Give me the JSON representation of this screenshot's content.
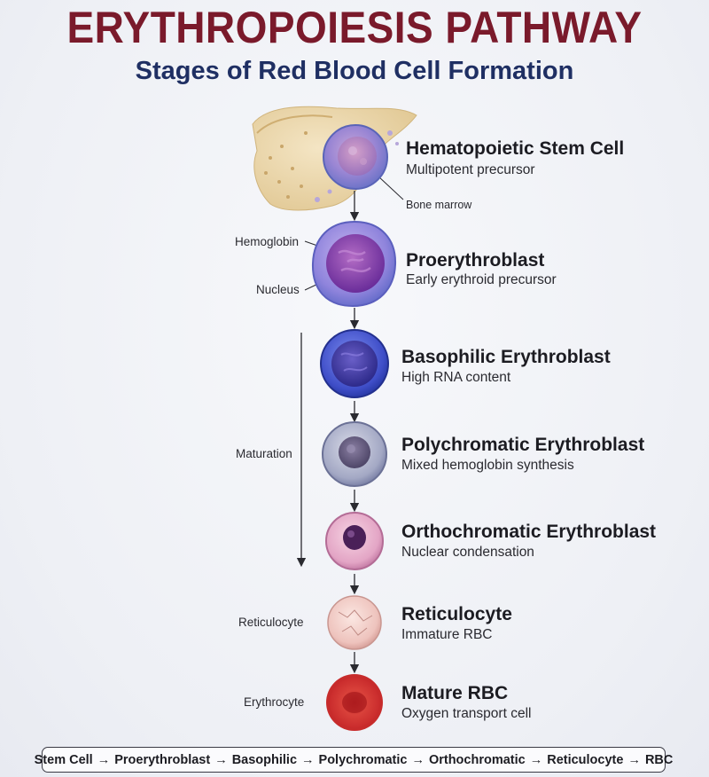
{
  "header": {
    "title": "ERYTHROPOIESIS PATHWAY",
    "subtitle": "Stages of Red Blood Cell Formation"
  },
  "stages": [
    {
      "name": "Hematopoietic Stem Cell",
      "desc": "Multipotent precursor"
    },
    {
      "name": "Proerythroblast",
      "desc": "Early erythroid precursor"
    },
    {
      "name": "Basophilic Erythroblast",
      "desc": "High RNA content"
    },
    {
      "name": "Polychromatic Erythroblast",
      "desc": "Mixed hemoglobin synthesis"
    },
    {
      "name": "Orthochromatic Erythroblast",
      "desc": "Nuclear condensation"
    },
    {
      "name": "Reticulocyte",
      "desc": "Immature RBC"
    },
    {
      "name": "Mature RBC",
      "desc": "Oxygen transport cell"
    }
  ],
  "annotations": {
    "bone_marrow": "Bone marrow",
    "hemoglobin": "Hemoglobin",
    "nucleus": "Nucleus",
    "maturation": "Maturation",
    "reticulocyte": "Reticulocyte",
    "erythrocyte": "Erythrocyte"
  },
  "footer": {
    "steps": [
      "Stem Cell",
      "Proerythroblast",
      "Basophilic",
      "Polychromatic",
      "Orthochromatic",
      "Reticulocyte",
      "RBC"
    ],
    "separator": "→"
  },
  "colors": {
    "title": "#7a1a2b",
    "subtitle": "#1f2f63",
    "stem_cell": "#8d7fd0",
    "proerythroblast": "#7c52c0",
    "basophilic": "#3e4fc4",
    "polychromatic": "#9aa0bd",
    "orthochromatic": "#e2a7c4",
    "reticulocyte": "#efc9c4",
    "mature_rbc": "#d6302f"
  }
}
